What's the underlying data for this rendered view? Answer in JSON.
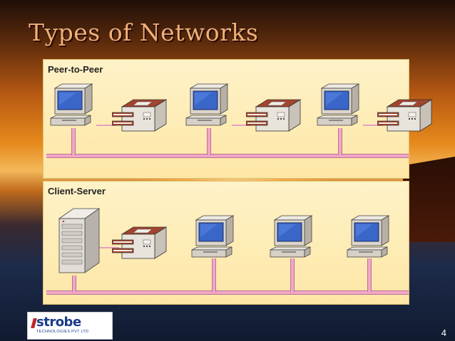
{
  "title": "Types of Networks",
  "panels": {
    "p2p": {
      "label": "Peer-to-Peer"
    },
    "cs": {
      "label": "Client-Server"
    }
  },
  "footer": {
    "logo_text": "strobe",
    "logo_sub": "TECHNOLOGIES PVT LTD",
    "page_number": "4"
  }
}
